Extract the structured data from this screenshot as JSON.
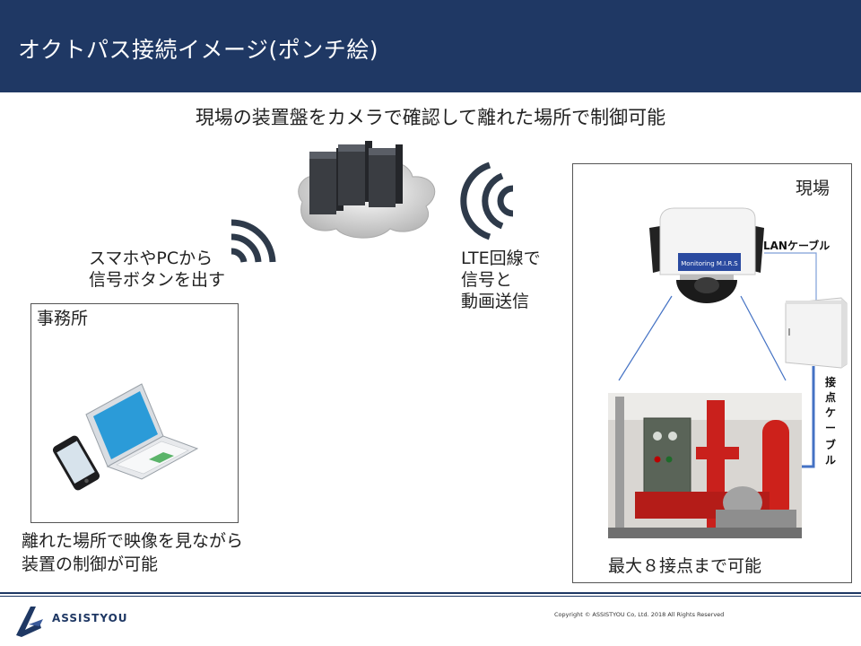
{
  "header": {
    "title": "オクトパス接続イメージ(ポンチ絵)"
  },
  "subtitle": "現場の装置盤をカメラで確認して離れた場所で制御可能",
  "office": {
    "label": "事務所",
    "signal_text": [
      "スマホやPCから",
      "信号ボタンを出す"
    ],
    "caption": [
      "離れた場所で映像を見ながら",
      "装置の制御が可能"
    ]
  },
  "center": {
    "lte_text": [
      "LTE回線で",
      "信号と",
      "動画送信"
    ]
  },
  "site": {
    "label": "現場",
    "lan_cable": "LANケーブル",
    "contact_cable": [
      "接",
      "点",
      "ケ",
      "ー",
      "ブ",
      "ル"
    ],
    "caption": "最大８接点まで可能",
    "camera_plate": "Monitoring M.I.R.S"
  },
  "footer": {
    "brand": "ASSISTYOU",
    "copyright": "Copyright © ASSISTYOU Co, Ltd. 2018 All Rights Reserved"
  },
  "colors": {
    "header": "#1f3864",
    "signal": "#2e3a4a",
    "cable": "#4472c4"
  }
}
